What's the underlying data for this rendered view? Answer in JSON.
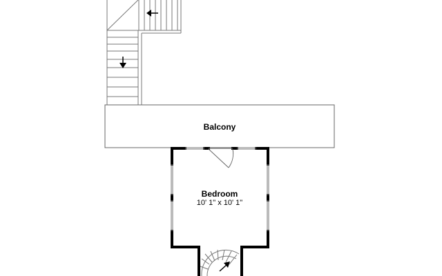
{
  "rooms": {
    "balcony": {
      "name": "Balcony"
    },
    "bedroom": {
      "name": "Bedroom",
      "dimensions": "10' 1\" x 10' 1\""
    }
  },
  "colors": {
    "line": "#555555",
    "wall": "#000000",
    "background": "#ffffff"
  }
}
